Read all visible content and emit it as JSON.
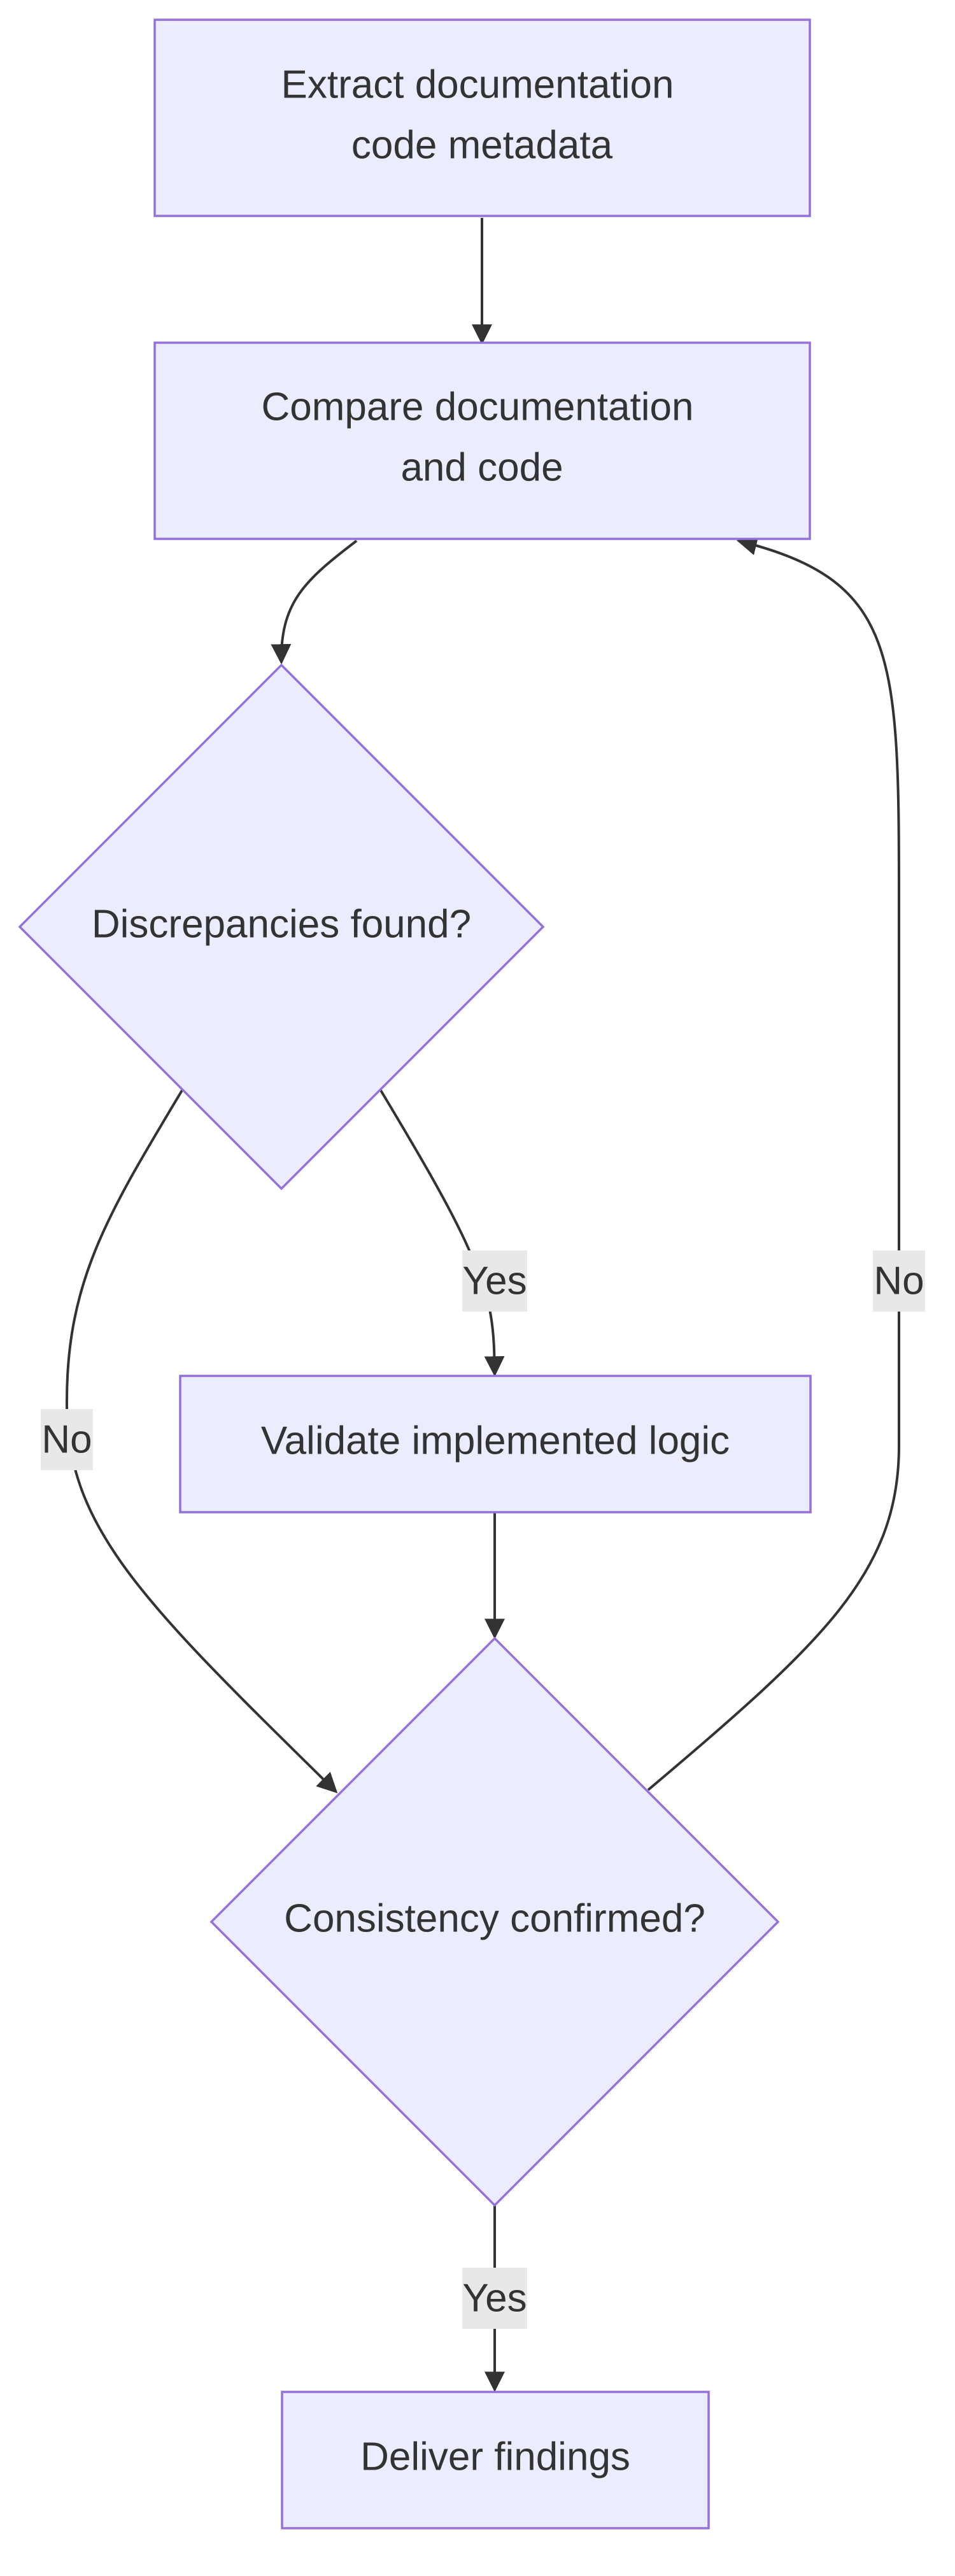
{
  "diagram": {
    "type": "flowchart",
    "colors": {
      "node_fill": "#ECECFF",
      "node_stroke": "#9370DB",
      "edge": "#333333",
      "label_background": "#E8E8E8",
      "text": "#333333"
    },
    "nodes": {
      "extract": {
        "shape": "rect",
        "lines": [
          "Extract documentation",
          "code metadata"
        ]
      },
      "compare": {
        "shape": "rect",
        "lines": [
          "Compare documentation",
          "and code"
        ]
      },
      "discrepancies": {
        "shape": "diamond",
        "lines": [
          "Discrepancies found?"
        ]
      },
      "validate": {
        "shape": "rect",
        "lines": [
          "Validate implemented logic"
        ]
      },
      "consistency": {
        "shape": "diamond",
        "lines": [
          "Consistency confirmed?"
        ]
      },
      "deliver": {
        "shape": "rect",
        "lines": [
          "Deliver findings"
        ]
      }
    },
    "edges": [
      {
        "from": "extract",
        "to": "compare",
        "label": ""
      },
      {
        "from": "compare",
        "to": "discrepancies",
        "label": ""
      },
      {
        "from": "discrepancies",
        "to": "validate",
        "label": "Yes"
      },
      {
        "from": "discrepancies",
        "to": "consistency",
        "label": "No"
      },
      {
        "from": "validate",
        "to": "consistency",
        "label": ""
      },
      {
        "from": "consistency",
        "to": "compare",
        "label": "No"
      },
      {
        "from": "consistency",
        "to": "deliver",
        "label": "Yes"
      }
    ]
  }
}
